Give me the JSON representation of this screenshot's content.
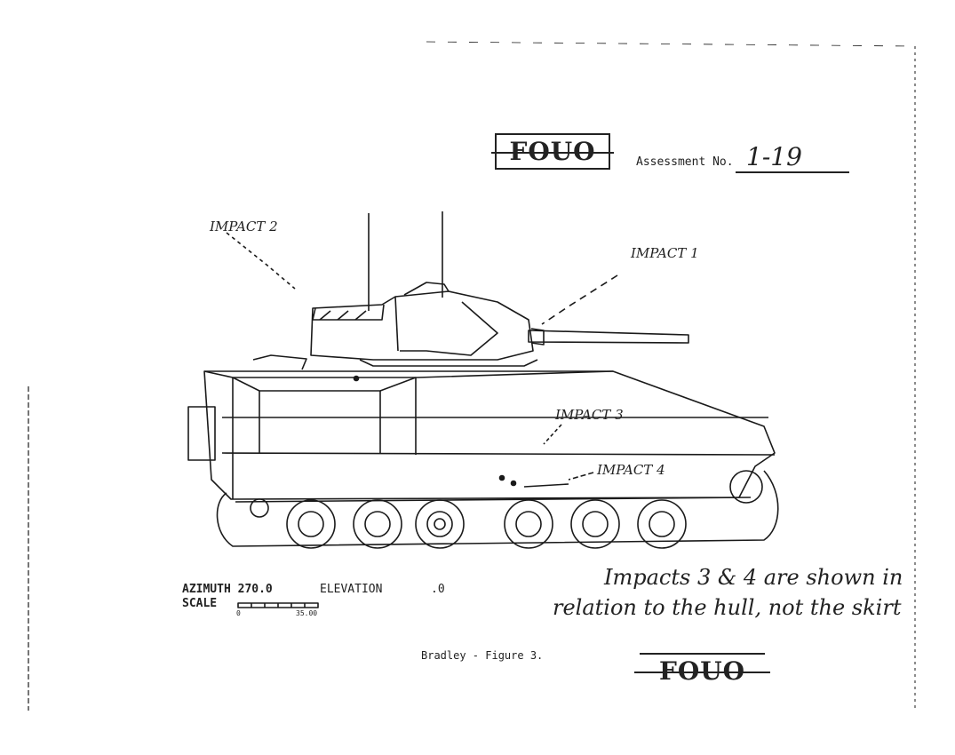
{
  "header": {
    "stamp_top": "FOUO",
    "assessment_label": "Assessment No.",
    "assessment_value": "1-19"
  },
  "annotations": {
    "impact_1": "IMPACT 1",
    "impact_2": "IMPACT 2",
    "impact_3": "IMPACT 3",
    "impact_4": "IMPACT 4"
  },
  "parameters": {
    "azimuth": "AZIMUTH 270.0",
    "elevation_label": "ELEVATION",
    "elevation_value": ".0",
    "scale_label": "SCALE",
    "scale_min": "0",
    "scale_max": "35.00"
  },
  "handwritten_note": {
    "line_1": "Impacts 3 & 4 are shown in",
    "line_2": "relation to the hull, not the skirt"
  },
  "footer": {
    "caption": "Bradley - Figure 3.",
    "stamp_bottom": "FOUO"
  }
}
